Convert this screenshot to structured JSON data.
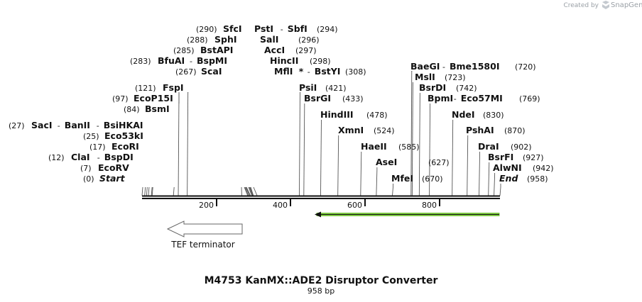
{
  "credit": "Created by",
  "brand": "SnapGene",
  "title": "M4753 KanMX::ADE2 Disruptor Converter",
  "subtitle": "958 bp",
  "sequence_length": 958,
  "ticks": [
    "200",
    "400",
    "600",
    "800"
  ],
  "features": [
    {
      "label": "TEF terminator",
      "direction": "left"
    },
    {
      "label": "",
      "direction": "left",
      "color": "#8ee24a"
    }
  ],
  "enzymes": [
    {
      "name": "Start",
      "pos": "(0)",
      "italic": true
    },
    {
      "name": "EcoRV",
      "pos": "(7)"
    },
    {
      "name": "ClaI",
      "alt": "BspDI",
      "pos": "(12)"
    },
    {
      "name": "EcoRI",
      "pos": "(17)"
    },
    {
      "name": "Eco53kI",
      "pos": "(25)"
    },
    {
      "name": "SacI",
      "alt": "BanII",
      "alt2": "BsiHKAI",
      "pos": "(27)"
    },
    {
      "name": "BsmI",
      "pos": "(84)"
    },
    {
      "name": "EcoP15I",
      "pos": "(97)"
    },
    {
      "name": "FspI",
      "pos": "(121)"
    },
    {
      "name": "ScaI",
      "pos": "(267)"
    },
    {
      "name": "BfuAI",
      "alt": "BspMI",
      "pos": "(283)"
    },
    {
      "name": "BstAPI",
      "pos": "(285)"
    },
    {
      "name": "SphI",
      "pos": "(288)"
    },
    {
      "name": "SfcI",
      "pos": "(290)"
    },
    {
      "name": "PstI",
      "alt": "SbfI",
      "pos": "(294)"
    },
    {
      "name": "SalI",
      "pos": "(296)"
    },
    {
      "name": "AccI",
      "pos": "(297)"
    },
    {
      "name": "HincII",
      "pos": "(298)"
    },
    {
      "name": "MflI",
      "star": "*",
      "alt": "BstYI",
      "pos": "(308)"
    },
    {
      "name": "PsiI",
      "pos": "(421)"
    },
    {
      "name": "BsrGI",
      "pos": "(433)"
    },
    {
      "name": "HindIII",
      "pos": "(478)"
    },
    {
      "name": "XmnI",
      "pos": "(524)"
    },
    {
      "name": "HaeII",
      "pos": "(585)"
    },
    {
      "name": "AseI",
      "pos": "(627)"
    },
    {
      "name": "MfeI",
      "pos": "(670)"
    },
    {
      "name": "BaeGI",
      "alt": "Bme1580I",
      "pos": "(720)"
    },
    {
      "name": "MslI",
      "pos": "(723)"
    },
    {
      "name": "BsrDI",
      "pos": "(742)"
    },
    {
      "name": "BpmI",
      "alt": "Eco57MI",
      "pos": "(769)"
    },
    {
      "name": "NdeI",
      "pos": "(830)"
    },
    {
      "name": "PshAI",
      "pos": "(870)"
    },
    {
      "name": "DraI",
      "pos": "(902)"
    },
    {
      "name": "BsrFI",
      "pos": "(927)"
    },
    {
      "name": "AlwNI",
      "pos": "(942)"
    },
    {
      "name": "End",
      "pos": "(958)",
      "italic": true
    }
  ]
}
